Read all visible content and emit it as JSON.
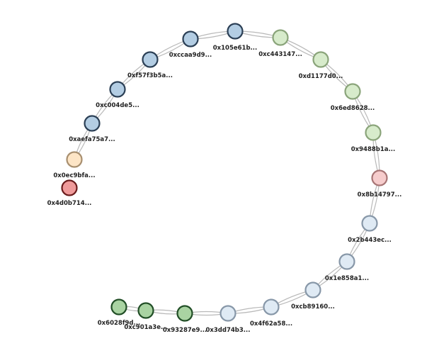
{
  "graph": {
    "palette": {
      "blue": {
        "fill": "#b3cde3",
        "stroke": "#2b3f55"
      },
      "green": {
        "fill": "#d7ebcb",
        "stroke": "#8aa47a"
      },
      "pink": {
        "fill": "#f6cccc",
        "stroke": "#a77575"
      },
      "ice": {
        "fill": "#dfeaf4",
        "stroke": "#8797a8"
      },
      "dgreen": {
        "fill": "#a9d3a2",
        "stroke": "#214e26"
      },
      "cream": {
        "fill": "#fde5c6",
        "stroke": "#a88f6f"
      },
      "red": {
        "fill": "#ef9a9a",
        "stroke": "#6a1c1c"
      }
    },
    "nodes": [
      {
        "id": "n1",
        "label": "0x105e61b...",
        "color": "blue"
      },
      {
        "id": "n2",
        "label": "0xc443147...",
        "color": "green"
      },
      {
        "id": "n3",
        "label": "0xd1177d0...",
        "color": "green"
      },
      {
        "id": "n4",
        "label": "0x6ed8628...",
        "color": "green"
      },
      {
        "id": "n5",
        "label": "0x9488b1a...",
        "color": "green"
      },
      {
        "id": "n6",
        "label": "0x8b14797...",
        "color": "pink"
      },
      {
        "id": "n7",
        "label": "0x2b443ec...",
        "color": "ice"
      },
      {
        "id": "n8",
        "label": "0x1e858a1...",
        "color": "ice"
      },
      {
        "id": "n9",
        "label": "0xcb89160...",
        "color": "ice"
      },
      {
        "id": "n10",
        "label": "0x4f62a58...",
        "color": "ice"
      },
      {
        "id": "n11",
        "label": "0x3dd74b3...",
        "color": "ice"
      },
      {
        "id": "n12",
        "label": "0x93287e9...",
        "color": "dgreen"
      },
      {
        "id": "n13",
        "label": "0xc901a3e...",
        "color": "dgreen"
      },
      {
        "id": "n14",
        "label": "0x6028f9d...",
        "color": "dgreen"
      },
      {
        "id": "n15",
        "label": "0xccaa9d9...",
        "color": "blue"
      },
      {
        "id": "n16",
        "label": "0xf57f3b5a...",
        "color": "blue"
      },
      {
        "id": "n17",
        "label": "0xc004de5...",
        "color": "blue"
      },
      {
        "id": "n18",
        "label": "0xaefa75a7...",
        "color": "blue"
      },
      {
        "id": "n19",
        "label": "0x0ec9bfa...",
        "color": "cream"
      },
      {
        "id": "n20",
        "label": "0x4d0b714...",
        "color": "red"
      }
    ],
    "edges": [
      [
        "n1",
        "n2"
      ],
      [
        "n2",
        "n3"
      ],
      [
        "n3",
        "n4"
      ],
      [
        "n4",
        "n5"
      ],
      [
        "n5",
        "n6"
      ],
      [
        "n6",
        "n7"
      ],
      [
        "n7",
        "n8"
      ],
      [
        "n8",
        "n9"
      ],
      [
        "n9",
        "n10"
      ],
      [
        "n10",
        "n11"
      ],
      [
        "n11",
        "n12"
      ],
      [
        "n12",
        "n13"
      ],
      [
        "n13",
        "n14"
      ],
      [
        "n1",
        "n15"
      ],
      [
        "n15",
        "n16"
      ],
      [
        "n16",
        "n17"
      ],
      [
        "n17",
        "n18"
      ],
      [
        "n18",
        "n19"
      ]
    ]
  }
}
